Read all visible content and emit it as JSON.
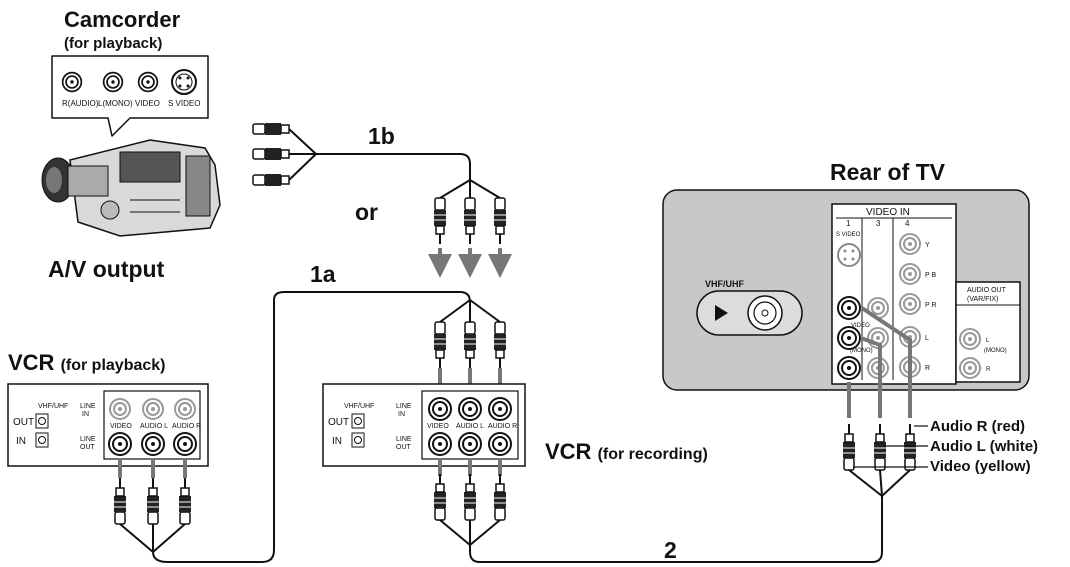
{
  "camcorder": {
    "title": "Camcorder",
    "subtitle": "(for playback)",
    "jack_r": "R(AUDIO)",
    "jack_l": "L(MONO)",
    "jack_video": "VIDEO",
    "jack_svideo": "S VIDEO",
    "output_label": "A/V output"
  },
  "cables": {
    "label_1b": "1b",
    "label_or": "or",
    "label_1a": "1a",
    "label_2": "2"
  },
  "vcr_playback": {
    "title": "VCR",
    "title_note": "(for playback)",
    "vhf_uhf": "VHF/UHF",
    "out": "OUT",
    "in": "IN",
    "line_in_1": "LINE",
    "line_in_2": "IN",
    "line_out_1": "LINE",
    "line_out_2": "OUT",
    "video": "VIDEO",
    "audio_l": "AUDIO L",
    "audio_r": "AUDIO R"
  },
  "vcr_recording": {
    "title": "VCR",
    "title_note": "(for recording)",
    "vhf_uhf": "VHF/UHF",
    "out": "OUT",
    "in": "IN",
    "line_in_1": "LINE",
    "line_in_2": "IN",
    "line_out_1": "LINE",
    "line_out_2": "OUT",
    "video": "VIDEO",
    "audio_l": "AUDIO L",
    "audio_r": "AUDIO R"
  },
  "tv": {
    "title": "Rear of TV",
    "vhf_uhf": "VHF/UHF",
    "video_in": "VIDEO  IN",
    "col1": "1",
    "col3": "3",
    "col4": "4",
    "s_video": "S VIDEO",
    "video_jack": "VIDEO",
    "mono": "(MONO)",
    "y": "Y",
    "pb": "P B",
    "pr": "P R",
    "l": "L",
    "r": "R",
    "audio_out_1": "AUDIO OUT",
    "audio_out_2": "(VAR/FIX)",
    "audio_out_l": "L",
    "audio_out_mono": "(MONO)",
    "audio_out_r": "R"
  },
  "callouts": {
    "audio_r": "Audio R (red)",
    "audio_l": "Audio L (white)",
    "video": "Video (yellow)"
  }
}
